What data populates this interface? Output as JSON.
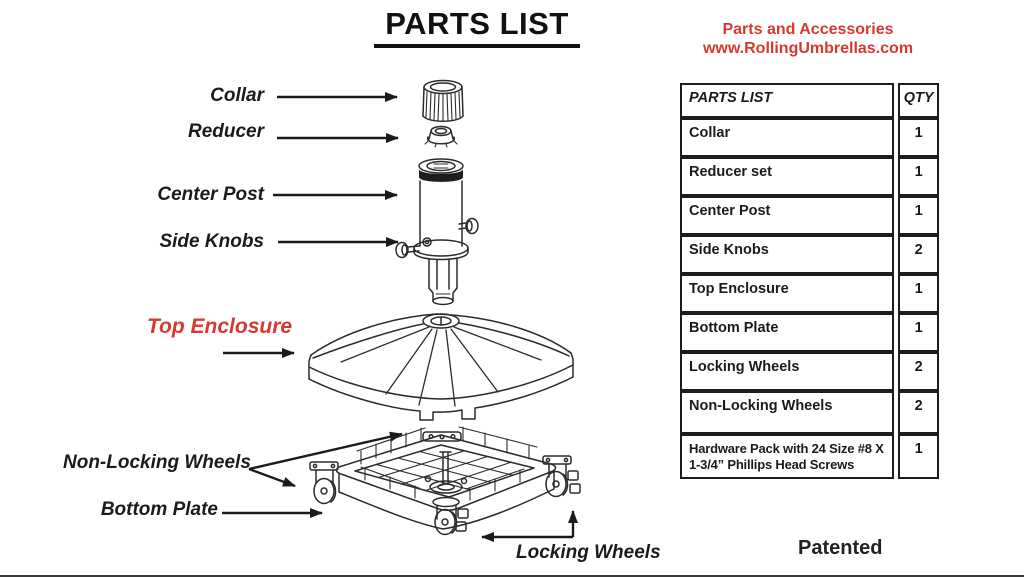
{
  "title": "PARTS LIST",
  "header_right": {
    "line1": "Parts and Accessories",
    "line2": "www.RollingUmbrellas.com"
  },
  "diagram": {
    "labels": {
      "collar": "Collar",
      "reducer": "Reducer",
      "center_post": "Center Post",
      "side_knobs": "Side Knobs",
      "top_enclosure": "Top Enclosure",
      "non_locking_wheels": "Non-Locking Wheels",
      "bottom_plate": "Bottom Plate",
      "locking_wheels": "Locking Wheels"
    }
  },
  "table": {
    "header": {
      "parts": "PARTS LIST",
      "qty": "QTY"
    },
    "rows": [
      {
        "part": "Collar",
        "qty": "1"
      },
      {
        "part": "Reducer set",
        "qty": "1"
      },
      {
        "part": "Center Post",
        "qty": "1"
      },
      {
        "part": "Side Knobs",
        "qty": "2"
      },
      {
        "part": "Top Enclosure",
        "qty": "1"
      },
      {
        "part": "Bottom Plate",
        "qty": "1"
      },
      {
        "part": "Locking Wheels",
        "qty": "2"
      },
      {
        "part": "Non-Locking Wheels",
        "qty": "2"
      },
      {
        "part": "Hardware Pack with 24 Size #8 X 1-3/4” Phillips Head Screws",
        "qty": "1"
      }
    ]
  },
  "footer": {
    "patented": "Patented"
  },
  "colors": {
    "accent_red": "#d8392e",
    "ink": "#1b1b1b"
  }
}
